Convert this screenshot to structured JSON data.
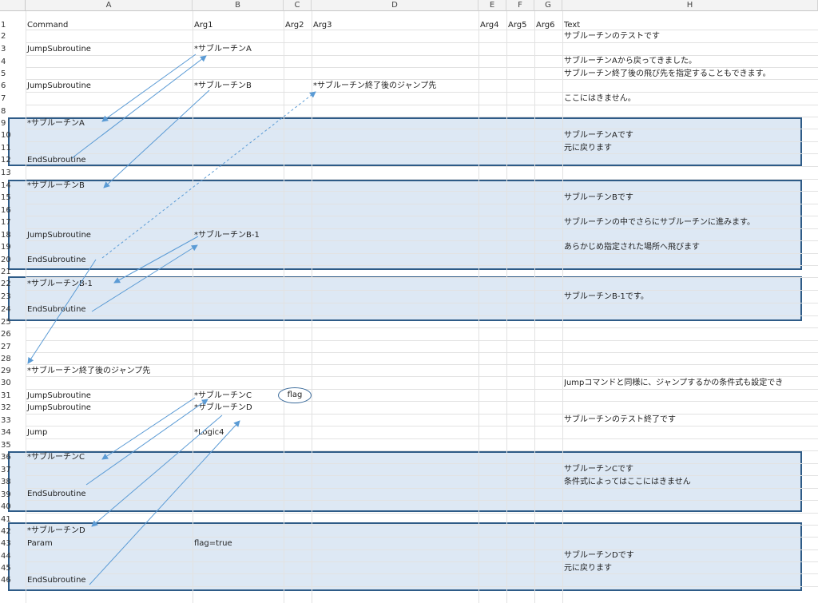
{
  "columns": [
    "A",
    "B",
    "C",
    "D",
    "E",
    "F",
    "G",
    "H"
  ],
  "headers": {
    "command": "Command",
    "arg1": "Arg1",
    "arg2": "Arg2",
    "arg3": "Arg3",
    "arg4": "Arg4",
    "arg5": "Arg5",
    "arg6": "Arg6",
    "text": "Text"
  },
  "row_numbers": [
    "1",
    "2",
    "3",
    "4",
    "5",
    "6",
    "7",
    "8",
    "9",
    "10",
    "11",
    "12",
    "13",
    "14",
    "15",
    "16",
    "17",
    "18",
    "19",
    "20",
    "21",
    "22",
    "23",
    "24",
    "25",
    "26",
    "27",
    "28",
    "29",
    "30",
    "31",
    "32",
    "33",
    "34",
    "35",
    "36",
    "37",
    "38",
    "39",
    "40",
    "41",
    "42",
    "43",
    "44",
    "45",
    "46"
  ],
  "cells": {
    "r2_text": "サブルーチンのテストです",
    "r3_cmd": "JumpSubroutine",
    "r3_arg1": "*サブルーチンA",
    "r4_text": "サブルーチンAから戻ってきました。",
    "r5_text": "サブルーチン終了後の飛び先を指定することもできます。",
    "r6_cmd": "JumpSubroutine",
    "r6_arg1": "*サブルーチンB",
    "r6_arg3": "*サブルーチン終了後のジャンプ先",
    "r7_text": "ここにはきません。",
    "r9_cmd": "*サブルーチンA",
    "r10_text": "サブルーチンAです",
    "r11_text": "元に戻ります",
    "r12_cmd": "EndSubroutine",
    "r14_cmd": "*サブルーチンB",
    "r15_text": "サブルーチンBです",
    "r17_text": "サブルーチンの中でさらにサブルーチンに進みます。",
    "r18_cmd": "JumpSubroutine",
    "r18_arg1": "*サブルーチンB-1",
    "r19_text": "あらかじめ指定された場所へ飛びます",
    "r20_cmd": "EndSubroutine",
    "r22_cmd": "*サブルーチンB-1",
    "r23_text": "サブルーチンB-1です。",
    "r24_cmd": "EndSubroutine",
    "r29_cmd": "*サブルーチン終了後のジャンプ先",
    "r30_text": "Jumpコマンドと同様に、ジャンプするかの条件式も設定でき",
    "r31_cmd": "JumpSubroutine",
    "r31_arg1": "*サブルーチンC",
    "r32_cmd": "JumpSubroutine",
    "r32_arg1": "*サブルーチンD",
    "r33_text": "サブルーチンのテスト終了です",
    "r34_cmd": "Jump",
    "r34_arg1": "*Logic4",
    "r36_cmd": "*サブルーチンC",
    "r37_text": "サブルーチンCです",
    "r38_text": "条件式によってはここにはきません",
    "r39_cmd": "EndSubroutine",
    "r42_cmd": "*サブルーチンD",
    "r43_cmd": "Param",
    "r43_arg1": "flag=true",
    "r44_text": "サブルーチンDです",
    "r45_text": "元に戻ります",
    "r46_cmd": "EndSubroutine"
  },
  "annotation": {
    "flag_label": "flag"
  },
  "colors": {
    "block_fill": "#dde8f4",
    "block_border": "#2e5b87",
    "arrow": "#5b9bd5"
  }
}
